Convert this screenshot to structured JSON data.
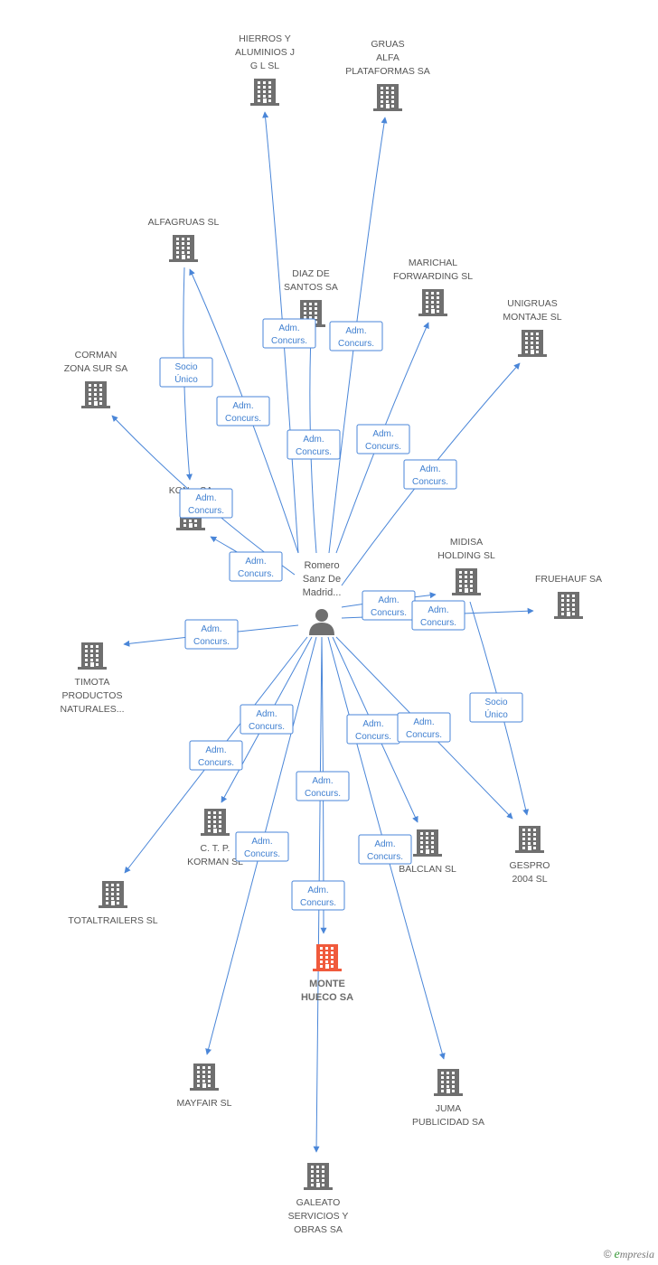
{
  "center": {
    "name_lines": [
      "Romero",
      "Sanz De",
      "Madrid..."
    ]
  },
  "nodes": [
    {
      "id": "hierros",
      "lines": [
        "HIERROS Y",
        "ALUMINIOS J",
        "G L SL"
      ],
      "focus": false
    },
    {
      "id": "gruas",
      "lines": [
        "GRUAS",
        "ALFA",
        "PLATAFORMAS SA"
      ],
      "focus": false
    },
    {
      "id": "alfagruas",
      "lines": [
        "ALFAGRUAS SL"
      ],
      "focus": false
    },
    {
      "id": "diaz",
      "lines": [
        "DIAZ DE",
        "SANTOS SA"
      ],
      "focus": false
    },
    {
      "id": "marichal",
      "lines": [
        "MARICHAL",
        "FORWARDING SL"
      ],
      "focus": false
    },
    {
      "id": "unigruas",
      "lines": [
        "UNIGRUAS",
        "MONTAJE SL"
      ],
      "focus": false
    },
    {
      "id": "corman",
      "lines": [
        "CORMAN",
        "ZONA SUR SA"
      ],
      "focus": false
    },
    {
      "id": "kon",
      "lines": [
        "KON... SA"
      ],
      "focus": false
    },
    {
      "id": "midisa",
      "lines": [
        "MIDISA",
        "HOLDING SL"
      ],
      "focus": false
    },
    {
      "id": "fruehauf",
      "lines": [
        "FRUEHAUF SA"
      ],
      "focus": false
    },
    {
      "id": "timota",
      "lines": [
        "TIMOTA",
        "PRODUCTOS",
        "NATURALES..."
      ],
      "focus": false
    },
    {
      "id": "ctp",
      "lines": [
        "C. T. P.",
        "KORMAN SL"
      ],
      "focus": false
    },
    {
      "id": "balclan",
      "lines": [
        "BALCLAN SL"
      ],
      "focus": false
    },
    {
      "id": "gespro",
      "lines": [
        "GESPRO",
        "2004 SL"
      ],
      "focus": false
    },
    {
      "id": "totaltrailers",
      "lines": [
        "TOTALTRAILERS SL"
      ],
      "focus": false
    },
    {
      "id": "monte",
      "lines": [
        "MONTE",
        "HUECO SA"
      ],
      "focus": true
    },
    {
      "id": "mayfair",
      "lines": [
        "MAYFAIR SL"
      ],
      "focus": false
    },
    {
      "id": "juma",
      "lines": [
        "JUMA",
        "PUBLICIDAD SA"
      ],
      "focus": false
    },
    {
      "id": "galeato",
      "lines": [
        "GALEATO",
        "SERVICIOS Y",
        "OBRAS SA"
      ],
      "focus": false
    }
  ],
  "edges": [
    {
      "from": "center",
      "to": "hierros",
      "label": [
        "Adm.",
        "Concurs."
      ]
    },
    {
      "from": "center",
      "to": "gruas",
      "label": [
        "Adm.",
        "Concurs."
      ]
    },
    {
      "from": "center",
      "to": "alfagruas",
      "label": [
        "Adm.",
        "Concurs."
      ]
    },
    {
      "from": "center",
      "to": "diaz",
      "label": [
        "Adm.",
        "Concurs."
      ]
    },
    {
      "from": "center",
      "to": "marichal",
      "label": [
        "Adm.",
        "Concurs."
      ]
    },
    {
      "from": "center",
      "to": "unigruas",
      "label": [
        "Adm.",
        "Concurs."
      ]
    },
    {
      "from": "center",
      "to": "corman",
      "label": [
        "Adm.",
        "Concurs."
      ]
    },
    {
      "from": "center",
      "to": "kon",
      "label": [
        "Adm.",
        "Concurs."
      ]
    },
    {
      "from": "alfagruas",
      "to": "kon",
      "label": [
        "Socio",
        "Único"
      ]
    },
    {
      "from": "center",
      "to": "midisa",
      "label": [
        "Adm.",
        "Concurs."
      ]
    },
    {
      "from": "center",
      "to": "fruehauf",
      "label": [
        "Adm.",
        "Concurs."
      ]
    },
    {
      "from": "midisa",
      "to": "gespro",
      "label": [
        "Socio",
        "Único"
      ]
    },
    {
      "from": "center",
      "to": "timota",
      "label": [
        "Adm.",
        "Concurs."
      ]
    },
    {
      "from": "center",
      "to": "ctp",
      "label": [
        "Adm.",
        "Concurs."
      ]
    },
    {
      "from": "center",
      "to": "totaltrailers",
      "label": [
        "Adm.",
        "Concurs."
      ]
    },
    {
      "from": "center",
      "to": "balclan",
      "label": [
        "Adm.",
        "Concurs."
      ]
    },
    {
      "from": "center",
      "to": "gespro",
      "label": [
        "Adm.",
        "Concurs."
      ]
    },
    {
      "from": "center",
      "to": "monte",
      "label": [
        "Adm.",
        "Concurs."
      ]
    },
    {
      "from": "center",
      "to": "mayfair",
      "label": [
        "Adm.",
        "Concurs."
      ]
    },
    {
      "from": "center",
      "to": "juma",
      "label": [
        "Adm.",
        "Concurs."
      ]
    },
    {
      "from": "center",
      "to": "galeato",
      "label": [
        "Adm.",
        "Concurs."
      ]
    }
  ],
  "colors": {
    "edge": "#4a86d8",
    "building": "#6f6f6f",
    "focus_building": "#f05a3c",
    "center_icon": "#6f6f6f"
  },
  "watermark": {
    "symbol": "©",
    "brand_initial": "e",
    "brand_rest": "mpresia"
  }
}
